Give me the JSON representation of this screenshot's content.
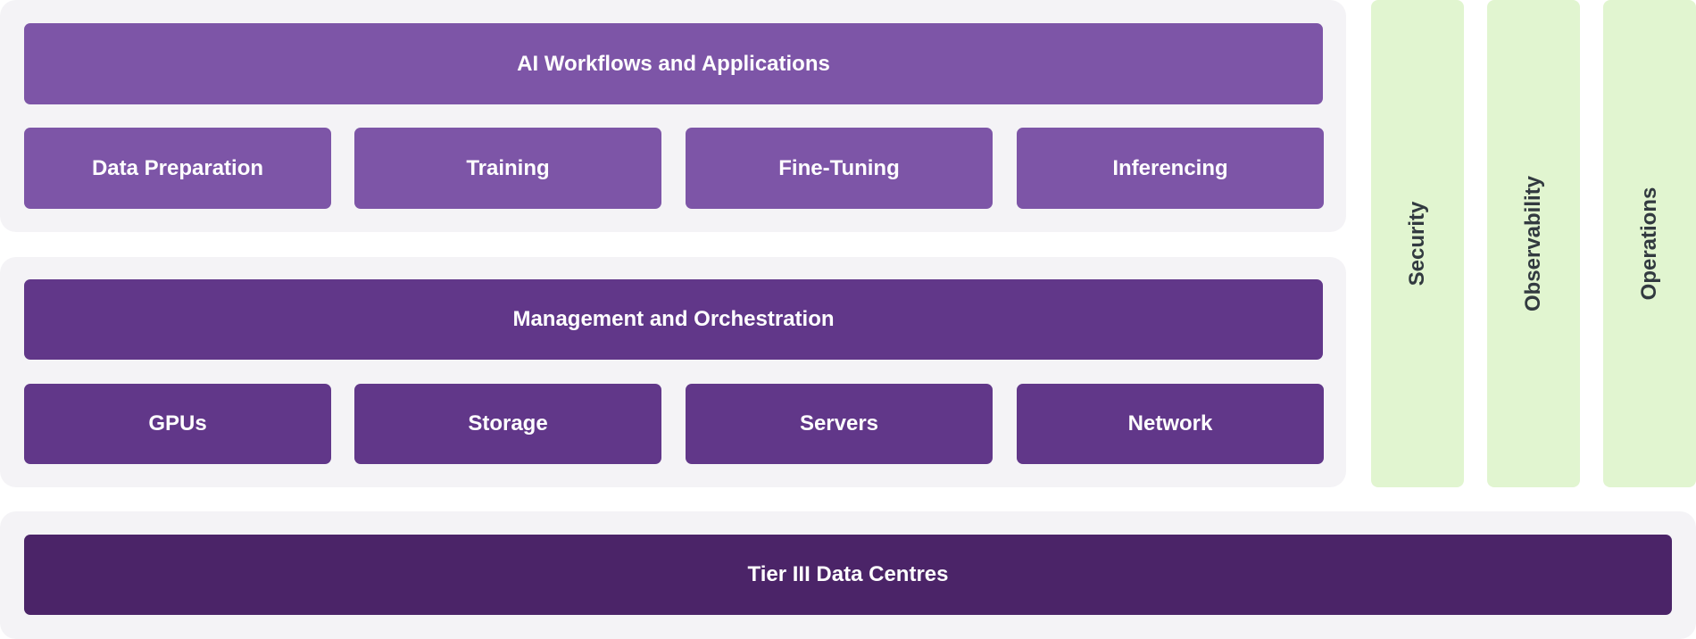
{
  "diagram": {
    "application_layer": {
      "title": "AI Workflows and Applications",
      "items": [
        "Data Preparation",
        "Training",
        "Fine-Tuning",
        "Inferencing"
      ]
    },
    "infrastructure_layer": {
      "title": "Management and Orchestration",
      "items": [
        "GPUs",
        "Storage",
        "Servers",
        "Network"
      ]
    },
    "foundation_layer": {
      "title": "Tier III Data Centres"
    },
    "pillars": [
      "Security",
      "Observability",
      "Operations"
    ]
  },
  "colors": {
    "panel_background": "#f4f3f6",
    "application_purple": "#7d55a7",
    "infrastructure_purple": "#613789",
    "foundation_purple": "#4b2468",
    "pillar_green": "#e1f5d0",
    "pillar_text": "#323a40",
    "box_text": "#ffffff"
  }
}
